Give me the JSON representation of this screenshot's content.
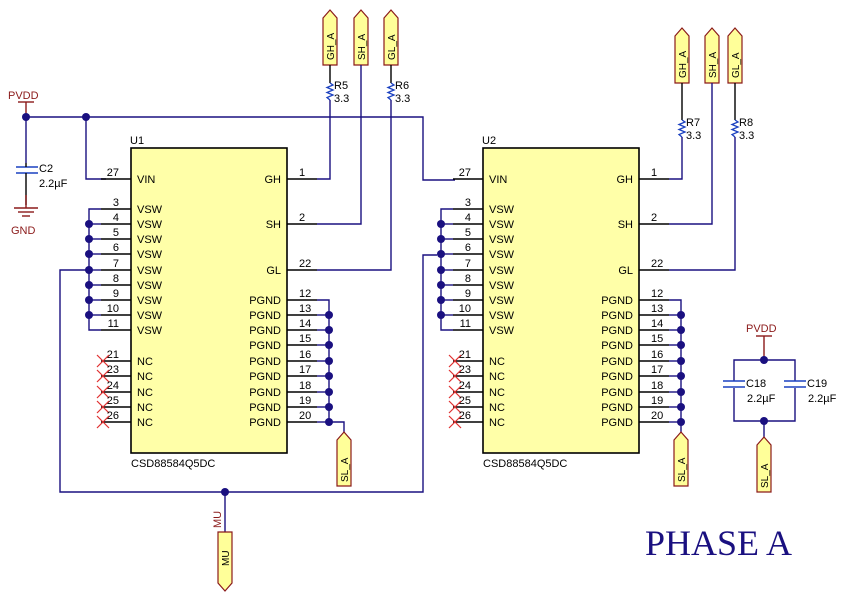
{
  "title": "PHASE A",
  "power": {
    "pvdd_label": "PVDD",
    "gnd_label": "GND"
  },
  "components": {
    "c2": {
      "ref": "C2",
      "value": "2.2µF"
    },
    "c18": {
      "ref": "C18",
      "value": "2.2µF"
    },
    "c19": {
      "ref": "C19",
      "value": "2.2µF"
    },
    "r5": {
      "ref": "R5",
      "value": "3.3"
    },
    "r6": {
      "ref": "R6",
      "value": "3.3"
    },
    "r7": {
      "ref": "R7",
      "value": "3.3"
    },
    "r8": {
      "ref": "R8",
      "value": "3.3"
    }
  },
  "chips": [
    {
      "ref": "U1",
      "part": "CSD88584Q5DC",
      "left_pins": [
        {
          "num": "27",
          "name": "VIN"
        },
        {
          "num": "3",
          "name": "VSW"
        },
        {
          "num": "4",
          "name": "VSW"
        },
        {
          "num": "5",
          "name": "VSW"
        },
        {
          "num": "6",
          "name": "VSW"
        },
        {
          "num": "7",
          "name": "VSW"
        },
        {
          "num": "8",
          "name": "VSW"
        },
        {
          "num": "9",
          "name": "VSW"
        },
        {
          "num": "10",
          "name": "VSW"
        },
        {
          "num": "11",
          "name": "VSW"
        },
        {
          "num": "21",
          "name": "NC"
        },
        {
          "num": "23",
          "name": "NC"
        },
        {
          "num": "24",
          "name": "NC"
        },
        {
          "num": "25",
          "name": "NC"
        },
        {
          "num": "26",
          "name": "NC"
        }
      ],
      "right_pins": [
        {
          "num": "1",
          "name": "GH"
        },
        {
          "num": "2",
          "name": "SH"
        },
        {
          "num": "22",
          "name": "GL"
        },
        {
          "num": "12",
          "name": "PGND"
        },
        {
          "num": "13",
          "name": "PGND"
        },
        {
          "num": "14",
          "name": "PGND"
        },
        {
          "num": "15",
          "name": "PGND"
        },
        {
          "num": "16",
          "name": "PGND"
        },
        {
          "num": "17",
          "name": "PGND"
        },
        {
          "num": "18",
          "name": "PGND"
        },
        {
          "num": "19",
          "name": "PGND"
        },
        {
          "num": "20",
          "name": "PGND"
        }
      ]
    },
    {
      "ref": "U2",
      "part": "CSD88584Q5DC",
      "left_pins": [
        {
          "num": "27",
          "name": "VIN"
        },
        {
          "num": "3",
          "name": "VSW"
        },
        {
          "num": "4",
          "name": "VSW"
        },
        {
          "num": "5",
          "name": "VSW"
        },
        {
          "num": "6",
          "name": "VSW"
        },
        {
          "num": "7",
          "name": "VSW"
        },
        {
          "num": "8",
          "name": "VSW"
        },
        {
          "num": "9",
          "name": "VSW"
        },
        {
          "num": "10",
          "name": "VSW"
        },
        {
          "num": "11",
          "name": "VSW"
        },
        {
          "num": "21",
          "name": "NC"
        },
        {
          "num": "23",
          "name": "NC"
        },
        {
          "num": "24",
          "name": "NC"
        },
        {
          "num": "25",
          "name": "NC"
        },
        {
          "num": "26",
          "name": "NC"
        }
      ],
      "right_pins": [
        {
          "num": "1",
          "name": "GH"
        },
        {
          "num": "2",
          "name": "SH"
        },
        {
          "num": "22",
          "name": "GL"
        },
        {
          "num": "12",
          "name": "PGND"
        },
        {
          "num": "13",
          "name": "PGND"
        },
        {
          "num": "14",
          "name": "PGND"
        },
        {
          "num": "15",
          "name": "PGND"
        },
        {
          "num": "16",
          "name": "PGND"
        },
        {
          "num": "17",
          "name": "PGND"
        },
        {
          "num": "18",
          "name": "PGND"
        },
        {
          "num": "19",
          "name": "PGND"
        },
        {
          "num": "20",
          "name": "PGND"
        }
      ]
    }
  ],
  "ports": {
    "gh_a": "GH_A",
    "sh_a": "SH_A",
    "gl_a": "GL_A",
    "sl_a": "SL_A",
    "mu": "MU"
  },
  "net_labels": {
    "mu": "MU"
  }
}
